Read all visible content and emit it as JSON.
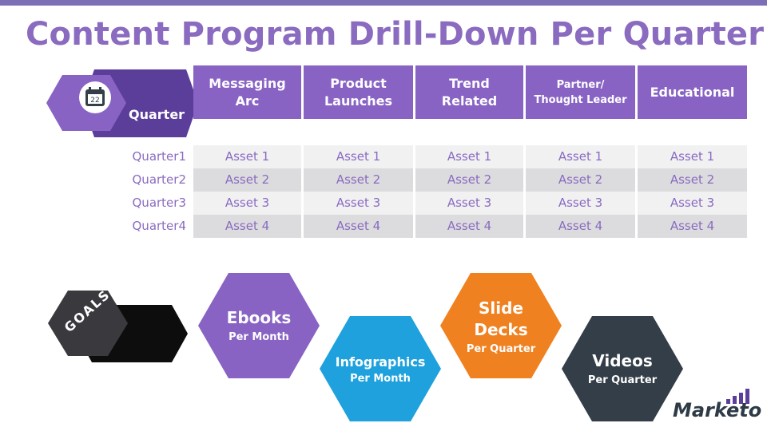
{
  "title": "Content Program Drill-Down Per Quarter",
  "quarter_badge": {
    "label": "Quarter",
    "calendar_day": "22"
  },
  "columns": [
    {
      "label": "Messaging\nArc"
    },
    {
      "label": "Product\nLaunches"
    },
    {
      "label": "Trend\nRelated"
    },
    {
      "label": "Partner/\nThought Leader"
    },
    {
      "label": "Educational"
    }
  ],
  "rows": [
    {
      "label": "Quarter1",
      "cells": [
        "Asset 1",
        "Asset 1",
        "Asset 1",
        "Asset 1",
        "Asset 1"
      ]
    },
    {
      "label": "Quarter2",
      "cells": [
        "Asset 2",
        "Asset 2",
        "Asset 2",
        "Asset 2",
        "Asset 2"
      ]
    },
    {
      "label": "Quarter3",
      "cells": [
        "Asset 3",
        "Asset 3",
        "Asset 3",
        "Asset 3",
        "Asset 3"
      ]
    },
    {
      "label": "Quarter4",
      "cells": [
        "Asset 4",
        "Asset 4",
        "Asset 4",
        "Asset 4",
        "Asset 4"
      ]
    }
  ],
  "goals": {
    "label": "GOALS",
    "items": [
      {
        "title": "Ebooks",
        "subtitle": "Per Month",
        "color": "#8863c4"
      },
      {
        "title": "Infographics",
        "subtitle": "Per Month",
        "color": "#1ea1dc"
      },
      {
        "title": "Slide\nDecks",
        "subtitle": "Per Quarter",
        "color": "#f08120"
      },
      {
        "title": "Videos",
        "subtitle": "Per Quarter",
        "color": "#333e48"
      }
    ]
  },
  "logo": {
    "text": "Marketo"
  },
  "colors": {
    "accent": "#8863c4",
    "topbar": "#7d6fb5",
    "label": "#8a6bc0"
  }
}
